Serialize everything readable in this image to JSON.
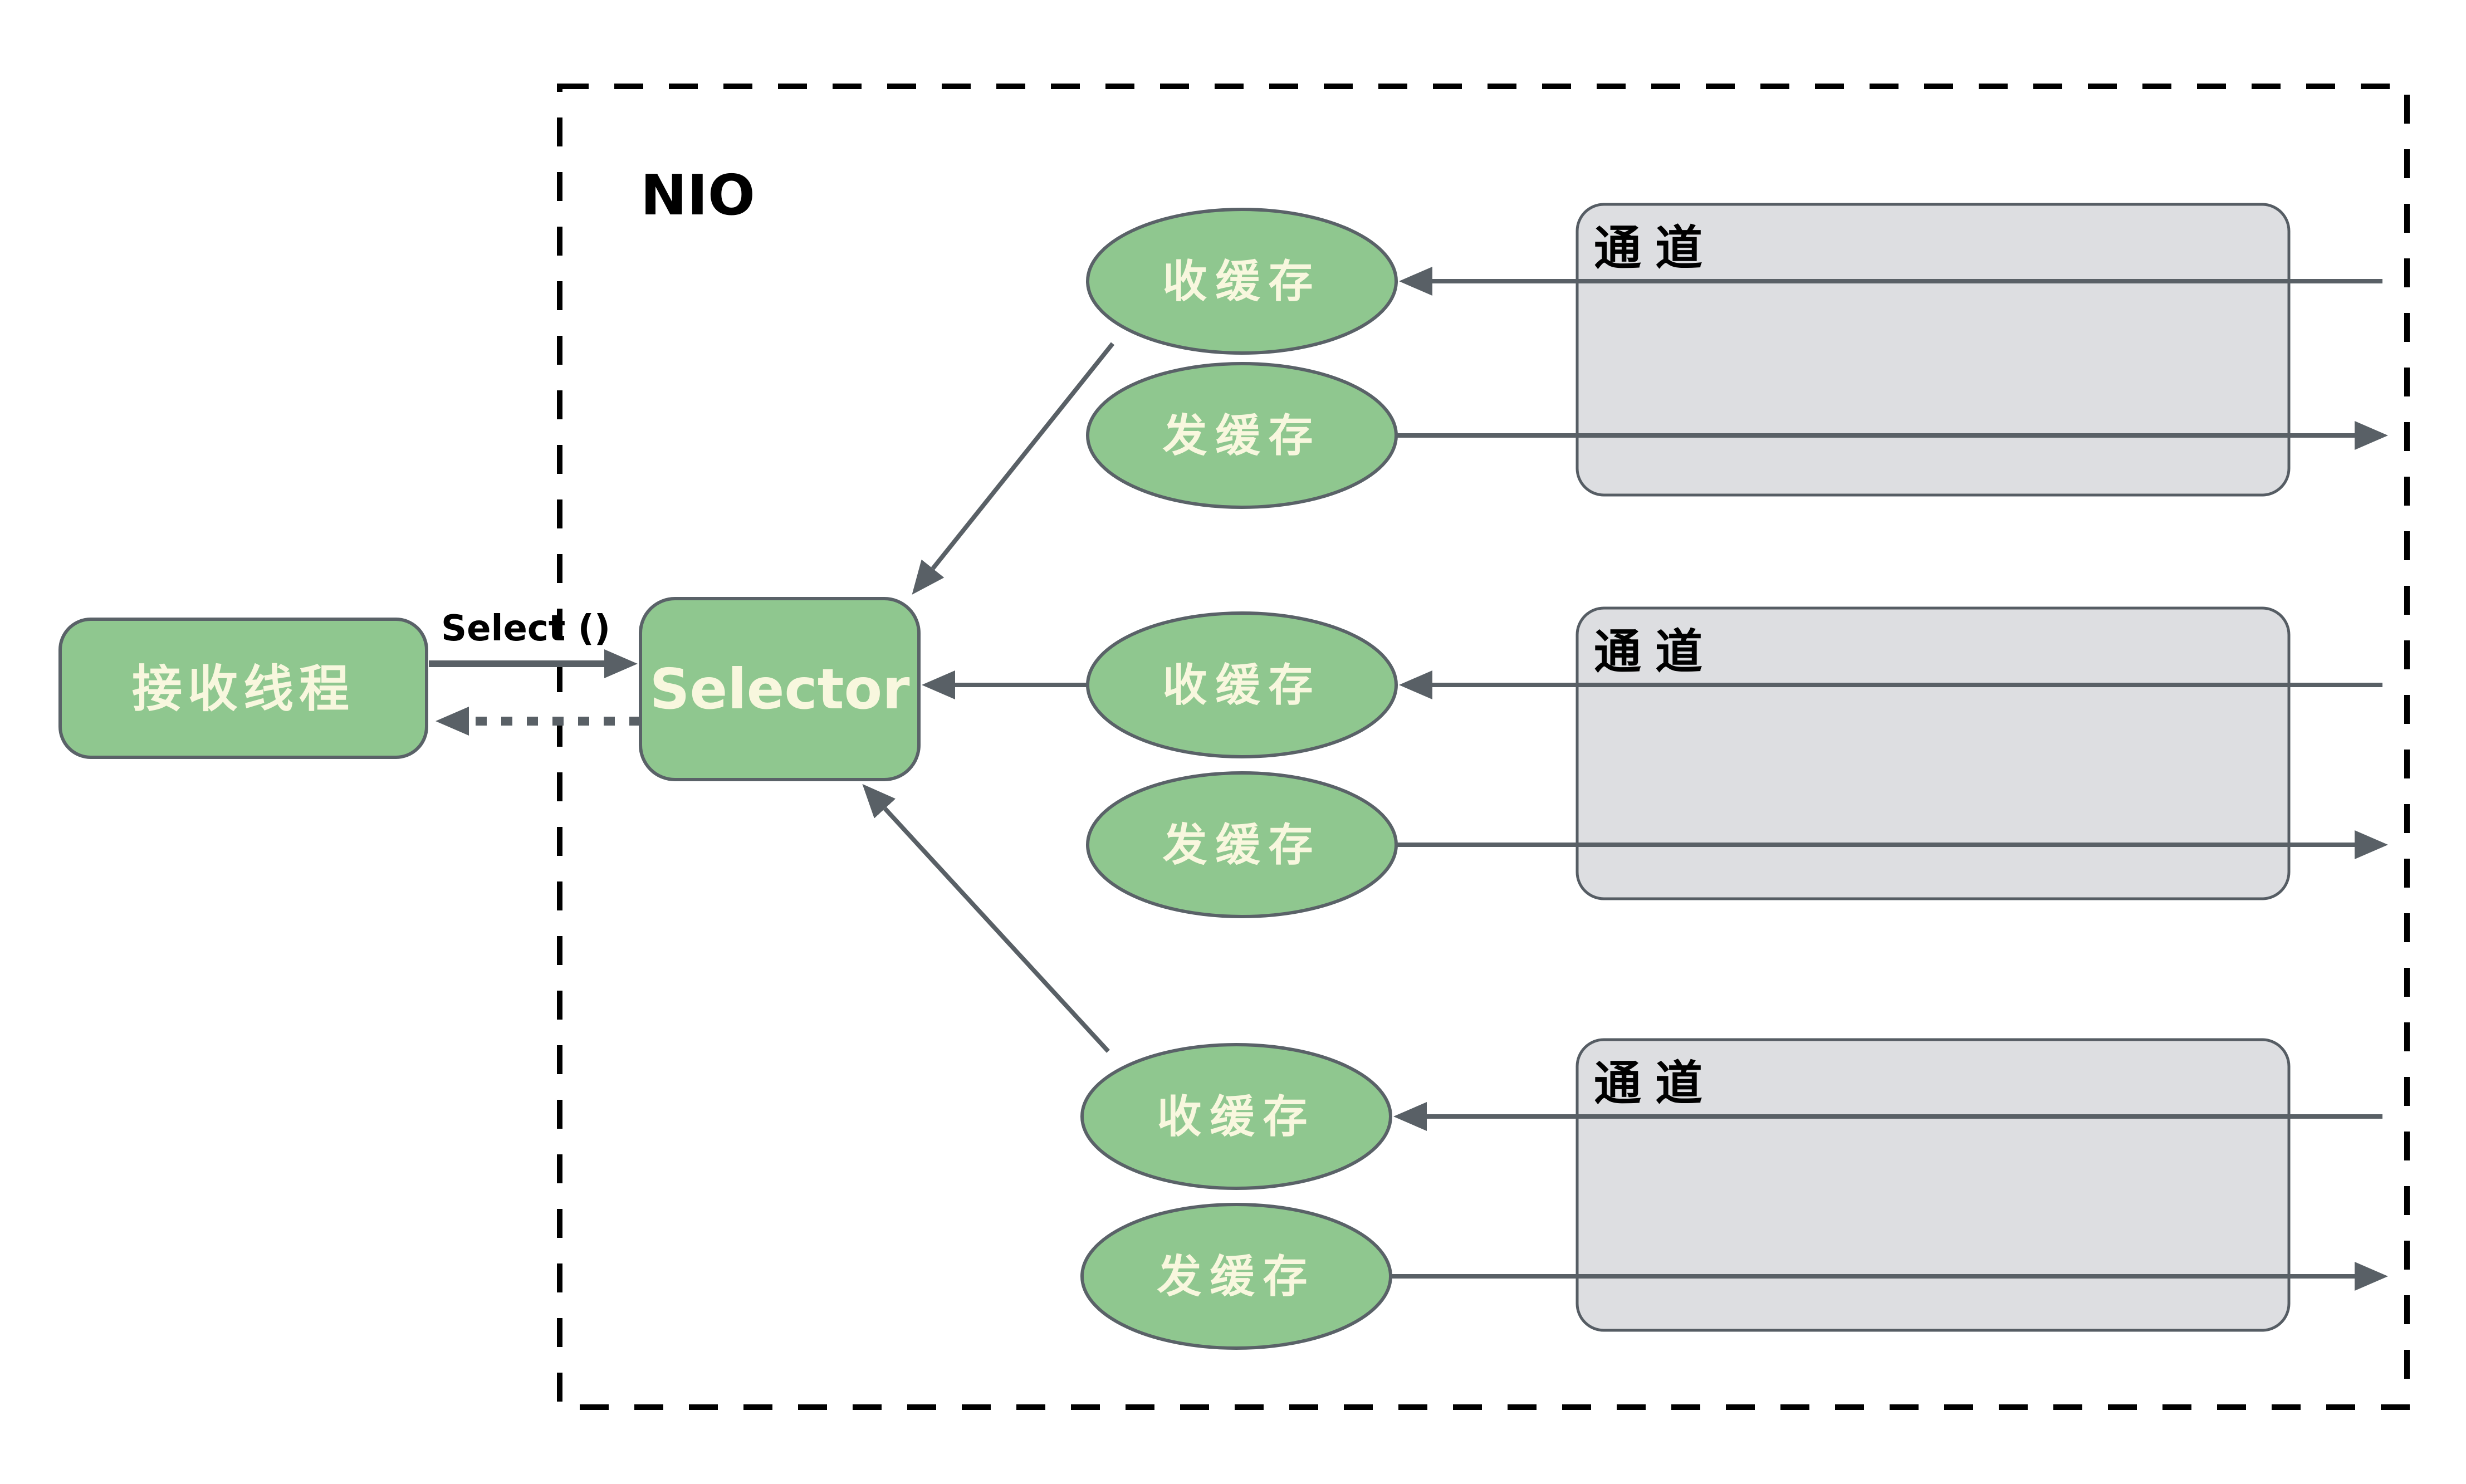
{
  "diagram_title": "NIO selector with channels and buffers",
  "nio": {
    "label": "NIO"
  },
  "receiver": {
    "label": "接收线程"
  },
  "select_call": {
    "label": "Select ()"
  },
  "selector": {
    "label": "Selector"
  },
  "rows": [
    {
      "channel": "通道",
      "recv": "收缓存",
      "send": "发缓存"
    },
    {
      "channel": "通道",
      "recv": "收缓存",
      "send": "发缓存"
    },
    {
      "channel": "通道",
      "recv": "收缓存",
      "send": "发缓存"
    }
  ],
  "colors": {
    "node_fill": "#8FC78F",
    "node_border": "#5A6268",
    "node_text": "#F8F7DE",
    "channel_fill": "#DDDEE1",
    "channel_border": "#565D64",
    "connector": "#596066",
    "boundary": "#000000",
    "background": "#FFFFFF"
  }
}
